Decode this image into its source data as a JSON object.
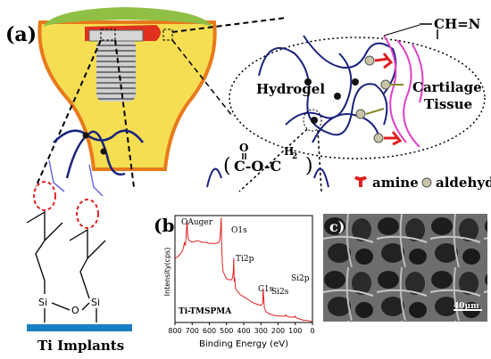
{
  "panel_a": {
    "label": "(a)",
    "hydrogel_label": "Hydrogel",
    "cartilage_label": "Cartilage",
    "tissue_label": "Tissue",
    "imine_formula": "CH=N",
    "ester_formula": "C-O-C",
    "ester_o": "O",
    "ester_h2": "H",
    "ester_sub2": "2",
    "legend_amine": "amine",
    "legend_aldehyde": "aldehyde",
    "silane_si1": "Si",
    "silane_si2": "Si",
    "silane_o": "O",
    "ti_implants": "Ti Implants",
    "colors": {
      "cartilage": "#e0301e",
      "bone": "#8fbf44",
      "marrow": "#f4d03f",
      "polymer": "#1a237e",
      "tissue": "#e040c8",
      "amine": "#e02020",
      "implant_bar": "#1b7fc4"
    }
  },
  "panel_b": {
    "label": "(b)",
    "sample": "Ti-TMSPMA",
    "xlabel": "Binding Energy (eV)",
    "ylabel": "Intensity(cps)",
    "peaks": [
      "OAuger",
      "O1s",
      "Ti2p",
      "C1s",
      "Si2s",
      "Si2p"
    ]
  },
  "panel_c": {
    "label": "c)",
    "scale_bar": "40μm"
  },
  "chart_data": {
    "type": "line",
    "title": "",
    "xlabel": "Binding Energy (eV)",
    "ylabel": "Intensity(cps)",
    "xlim": [
      800,
      0
    ],
    "x_ticks": [
      800,
      700,
      600,
      500,
      400,
      300,
      200,
      100,
      0
    ],
    "series": [
      {
        "name": "Ti-TMSPMA",
        "x": [
          800,
          790,
          780,
          770,
          760,
          750,
          745,
          740,
          735,
          730,
          725,
          720,
          710,
          700,
          690,
          680,
          670,
          660,
          650,
          640,
          620,
          600,
          580,
          560,
          545,
          540,
          535,
          531,
          528,
          524,
          520,
          510,
          500,
          490,
          480,
          470,
          465,
          460,
          458,
          455,
          452,
          448,
          440,
          430,
          420,
          400,
          380,
          360,
          340,
          320,
          300,
          290,
          286,
          284,
          280,
          275,
          270,
          260,
          250,
          230,
          200,
          160,
          155,
          150,
          130,
          105,
          102,
          98,
          90,
          70,
          50,
          30,
          10,
          0
        ],
        "y": [
          0.6,
          0.61,
          0.62,
          0.64,
          0.66,
          0.7,
          0.75,
          0.72,
          0.8,
          0.95,
          0.8,
          0.77,
          0.76,
          0.75,
          0.755,
          0.76,
          0.765,
          0.76,
          0.755,
          0.75,
          0.75,
          0.74,
          0.74,
          0.74,
          0.75,
          0.77,
          0.85,
          0.98,
          0.7,
          0.55,
          0.48,
          0.44,
          0.41,
          0.4,
          0.4,
          0.4,
          0.42,
          0.48,
          0.6,
          0.38,
          0.42,
          0.32,
          0.3,
          0.28,
          0.26,
          0.24,
          0.22,
          0.2,
          0.18,
          0.17,
          0.16,
          0.18,
          0.32,
          0.24,
          0.14,
          0.12,
          0.1,
          0.09,
          0.08,
          0.07,
          0.06,
          0.06,
          0.07,
          0.06,
          0.05,
          0.05,
          0.06,
          0.05,
          0.04,
          0.03,
          0.02,
          0.02,
          0.01,
          0.01
        ]
      }
    ]
  }
}
